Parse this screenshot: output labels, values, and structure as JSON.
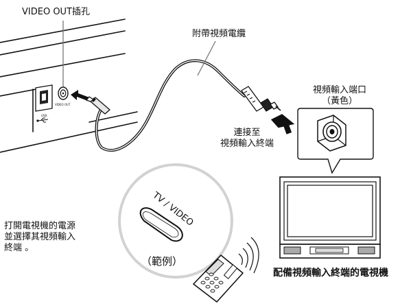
{
  "labels": {
    "video_out_jack": "VIDEO OUT插孔",
    "included_cable": "附帶視頻電纜",
    "video_input_port_line1": "視頻輸入端口",
    "video_input_port_line2": "（黃色）",
    "connect_to_line1": "連接至",
    "connect_to_line2": "視頻輸入終端",
    "instruction_line1": "打開電視機的電源",
    "instruction_line2": "並選擇其視頻輸入",
    "instruction_line3": "終端 。",
    "remote_button_label": "TV / VIDEO",
    "example_label": "（範例）",
    "tv_caption": "配備視頻輸入終端的電視機"
  },
  "panel_markings": {
    "usb_text": "USB",
    "video_out_text": "VIDEO OUT"
  }
}
